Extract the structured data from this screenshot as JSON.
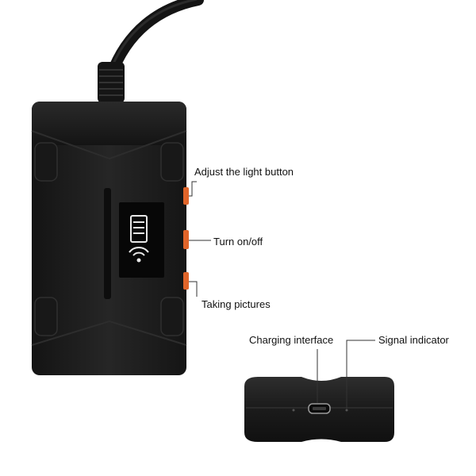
{
  "callouts": {
    "adjust_light_button": "Adjust the light button",
    "turn_on_off": "Turn on/off",
    "taking_pictures": "Taking pictures",
    "charging_interface": "Charging interface",
    "signal_indicator": "Signal indicator"
  },
  "colors": {
    "device_body": "#1b1b1b",
    "device_face": "#222222",
    "button_accent": "#e0652a",
    "callout_line": "#333333"
  },
  "icons": {
    "panel_icon": "wifi-signal-device-icon"
  }
}
